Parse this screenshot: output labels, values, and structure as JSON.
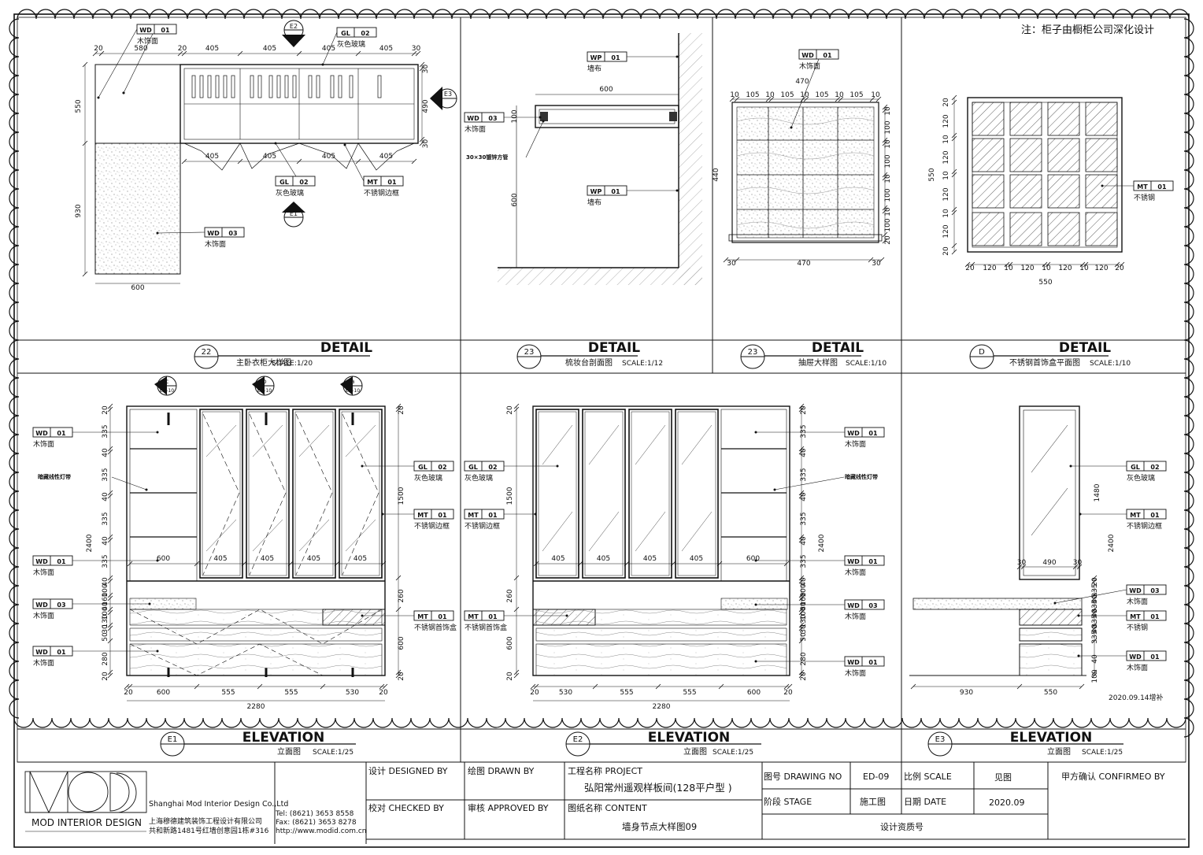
{
  "note": "注：柜子由橱柜公司深化设计",
  "addendum": "2020.09.14增补",
  "panels": {
    "p22": {
      "num": "22",
      "title": "DETAIL",
      "sub": "主卧衣柜大样图",
      "scale": "SCALE:1/20"
    },
    "p23a": {
      "num": "23",
      "title": "DETAIL",
      "sub": "梳妆台剖面图",
      "scale": "SCALE:1/12"
    },
    "p23b": {
      "num": "23",
      "title": "DETAIL",
      "sub": "抽屉大样图",
      "scale": "SCALE:1/10"
    },
    "pD": {
      "num": "D",
      "title": "DETAIL",
      "sub": "不锈钢首饰盒平面图",
      "scale": "SCALE:1/10"
    },
    "pE1": {
      "num": "E1",
      "title": "ELEVATION",
      "sub": "立面图",
      "scale": "SCALE:1/25"
    },
    "pE2": {
      "num": "E2",
      "title": "ELEVATION",
      "sub": "立面图",
      "scale": "SCALE:1/25"
    },
    "pE3": {
      "num": "E3",
      "title": "ELEVATION",
      "sub": "立面图",
      "scale": "SCALE:1/25"
    }
  },
  "tags": {
    "wd01": {
      "code": "WD",
      "no": "01",
      "desc": "木饰面"
    },
    "wd03": {
      "code": "WD",
      "no": "03",
      "desc": "木饰面"
    },
    "gl02": {
      "code": "GL",
      "no": "02",
      "desc": "灰色玻璃"
    },
    "mt01": {
      "code": "MT",
      "no": "01",
      "desc": "不锈钢边框"
    },
    "mt01b": {
      "code": "MT",
      "no": "01",
      "desc": "不锈钢首饰盒"
    },
    "mt01c": {
      "code": "MT",
      "no": "01",
      "desc": "不锈钢"
    },
    "wp01": {
      "code": "WP",
      "no": "01",
      "desc": "墙布"
    },
    "led": "暗藏线性灯带",
    "tube": "30×30镀锌方管"
  },
  "markers": {
    "e1": "E1",
    "e2": "E2",
    "e3": "E3",
    "a": "a",
    "b": "b",
    "c": "c",
    "ed": "ED-10"
  },
  "dims": {
    "plan_top": [
      "20",
      "580",
      "20",
      "405",
      "405",
      "405",
      "405",
      "30"
    ],
    "plan_bot": [
      "405",
      "405",
      "405",
      "405"
    ],
    "plan_left": [
      "550",
      "930"
    ],
    "plan_right": [
      "30",
      "490",
      "30"
    ],
    "plan_width": "600",
    "sec_w": "600",
    "sec_h1": "100",
    "sec_h2": "600",
    "drawer_top": [
      "10",
      "105",
      "10",
      "105",
      "10",
      "105",
      "10",
      "105",
      "10"
    ],
    "drawer_total": "470",
    "drawer_right": [
      "10",
      "100",
      "10",
      "100",
      "10",
      "100",
      "10",
      "100",
      "20"
    ],
    "drawer_left": "440",
    "drawer_bot": [
      "30",
      "470",
      "30"
    ],
    "jb_left": [
      "20",
      "120",
      "10",
      "120",
      "10",
      "120",
      "10",
      "120",
      "20"
    ],
    "jb_left_total": "550",
    "jb_bot": [
      "20",
      "120",
      "10",
      "120",
      "10",
      "120",
      "10",
      "120",
      "20"
    ],
    "jb_total": "550",
    "e1_left": [
      "20",
      "335",
      "40",
      "335",
      "40",
      "335",
      "40",
      "335",
      "40",
      "100",
      "160",
      "40",
      "100",
      "130",
      "30",
      "50",
      "280",
      "20"
    ],
    "e1_total_h": "2400",
    "e1_right": [
      "20",
      "1500",
      "260",
      "600",
      "20"
    ],
    "e1_mid": [
      "600",
      "405",
      "405",
      "405",
      "405"
    ],
    "e1_bot": [
      "20",
      "600",
      "555",
      "555",
      "530",
      "20"
    ],
    "e1_total_w": "2280",
    "e2_left": [
      "20",
      "1500",
      "260",
      "600",
      "20"
    ],
    "e2_mid": [
      "405",
      "405",
      "405",
      "405",
      "600"
    ],
    "e2_bot": [
      "20",
      "530",
      "555",
      "555",
      "600",
      "20"
    ],
    "e2_total_w": "2280",
    "e3_w": [
      "30",
      "490",
      "30"
    ],
    "e3_h": "1480",
    "e3_total_h": "2400",
    "e3_bot": [
      "930",
      "550"
    ]
  },
  "titleblock": {
    "logo": "MOD",
    "logo_sub": "MOD INTERIOR DESIGN",
    "company_en": "Shanghai Mod Interior Design Co.,Ltd",
    "company_cn": "上海穆德建筑装饰工程设计有限公司",
    "address": "共和新路1481号红墙创意园1栋#316",
    "tel": "Tel: (8621) 3653 8558",
    "fax": "Fax: (8621) 3653 8278",
    "web": "http://www.modid.com.cn",
    "designed": "设计 DESIGNED BY",
    "drawn": "绘图 DRAWN BY",
    "checked": "校对 CHECKED BY",
    "approved": "审核 APPROVED BY",
    "project_label": "工程名称 PROJECT",
    "project": "弘阳常州遥观样板间(128平户型 )",
    "content_label": "图纸名称 CONTENT",
    "content": "墙身节点大样图09",
    "dwg_no_label": "图号 DRAWING NO",
    "dwg_no": "ED-09",
    "scale_label": "比例 SCALE",
    "scale": "见图",
    "stage_label": "阶段 STAGE",
    "stage": "施工图",
    "date_label": "日期 DATE",
    "date": "2020.09",
    "seal": "设计资质号",
    "confirm": "甲方确认 CONFIRMEO BY"
  }
}
